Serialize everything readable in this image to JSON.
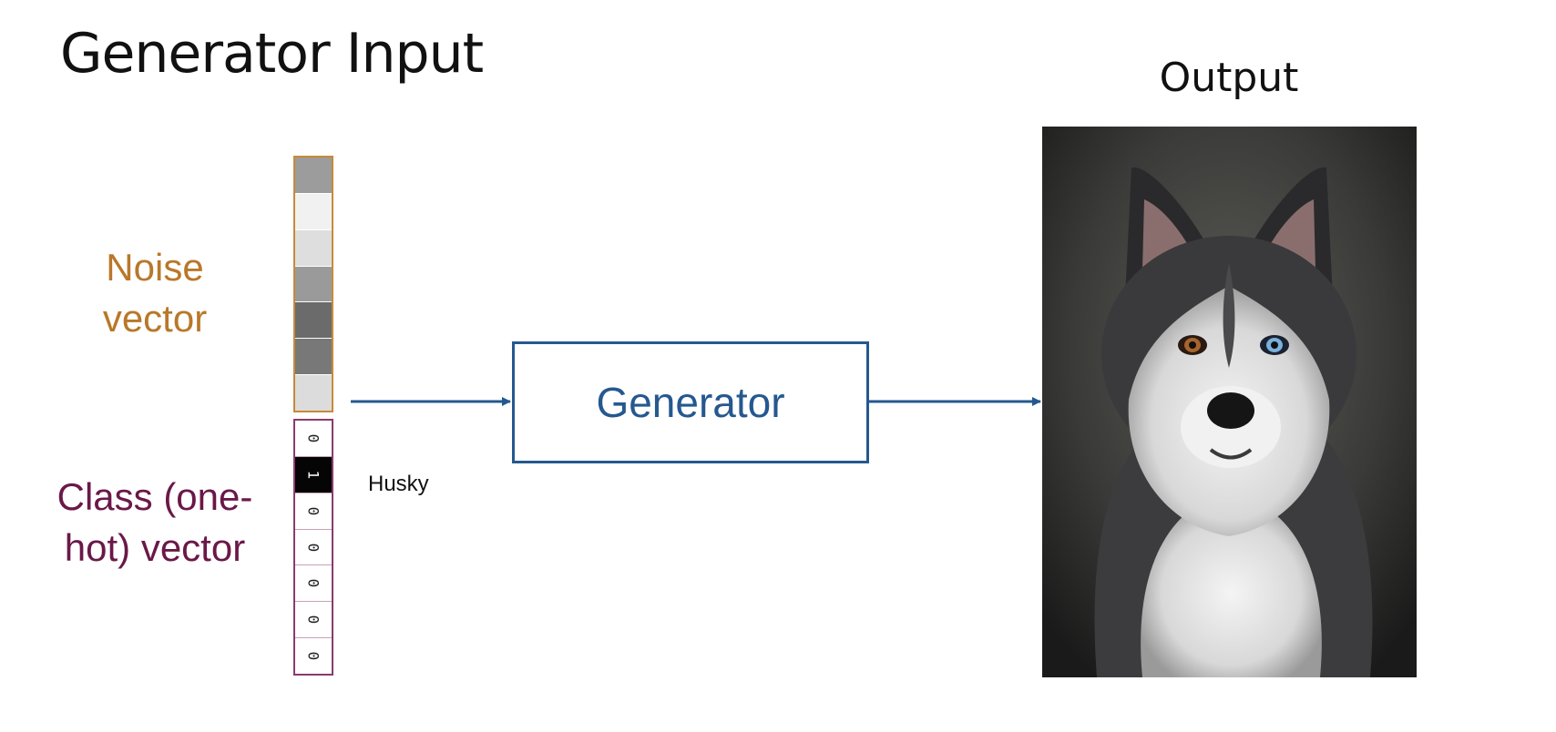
{
  "title": "Generator Input",
  "output_label": "Output",
  "noise": {
    "label_line1": "Noise",
    "label_line2": "vector",
    "cell_colors": [
      "#9c9c9c",
      "#f1f1f1",
      "#dedede",
      "#9a9a9a",
      "#6b6b6b",
      "#787878",
      "#dcdcdc"
    ]
  },
  "class_vector": {
    "label_line1": "Class (one-",
    "label_line2": "hot) vector",
    "cells": [
      "0",
      "1",
      "0",
      "0",
      "0",
      "0",
      "0"
    ],
    "hot_index": 1
  },
  "husky_label": "Husky",
  "generator_label": "Generator",
  "colors": {
    "noise_accent": "#b8782a",
    "class_accent": "#6a1848",
    "generator_accent": "#25588f"
  }
}
